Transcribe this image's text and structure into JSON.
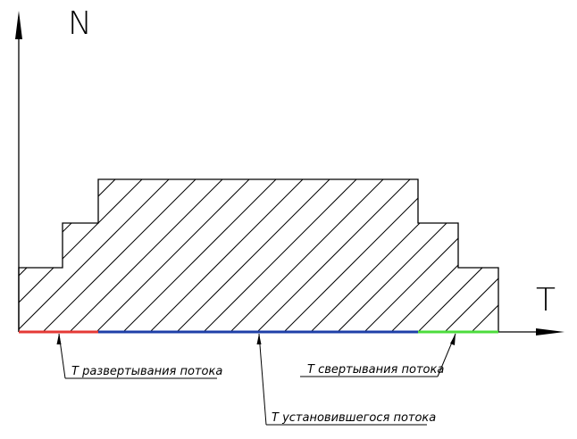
{
  "axes": {
    "y_label": "N",
    "x_label": "T"
  },
  "phases": [
    {
      "label": "Т развертывания потока",
      "color": "#e53935"
    },
    {
      "label": "Т установившегося потока",
      "color": "#1e3fa8"
    },
    {
      "label": "Т свертывания потока",
      "color": "#4cdc3c"
    }
  ],
  "colors": {
    "line": "#000000",
    "hatch": "#000000",
    "background": "#ffffff"
  }
}
